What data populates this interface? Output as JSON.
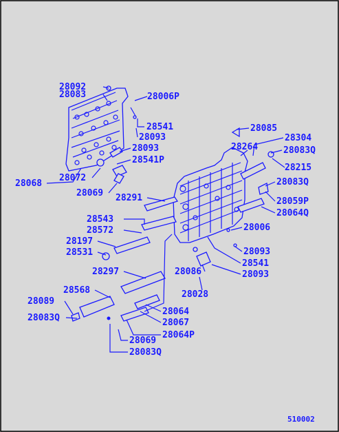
{
  "diagram": {
    "reference": "510002",
    "colors": {
      "background": "#d9d9d9",
      "ink": "#1a1aff"
    },
    "callouts": [
      "28092",
      "28083",
      "28006P",
      "28541",
      "28093",
      "28085",
      "28304",
      "28264",
      "28083Q",
      "28093",
      "28541P",
      "28215",
      "28068",
      "28072",
      "28069",
      "28083Q",
      "28291",
      "28059P",
      "28064Q",
      "28543",
      "28572",
      "28006",
      "28197",
      "28531",
      "28093",
      "28541",
      "28297",
      "28086",
      "28093",
      "28028",
      "28568",
      "28089",
      "28083Q",
      "28064",
      "28067",
      "28064P",
      "28069",
      "28083Q"
    ]
  }
}
